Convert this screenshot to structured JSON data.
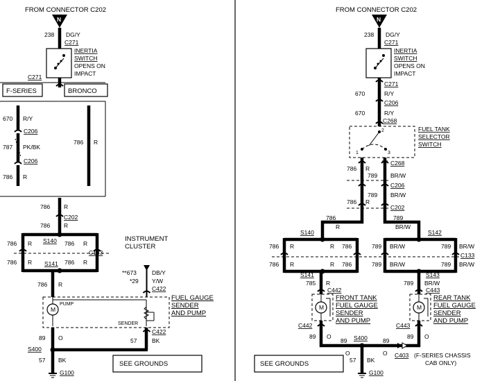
{
  "left": {
    "header": "FROM CONNECTOR C202",
    "n_label": "N",
    "top_circuit": "238",
    "top_color": "DG/Y",
    "c271_top": "C271",
    "inertia_lines": [
      "INERTIA",
      "SWITCH",
      "OPENS ON",
      "IMPACT"
    ],
    "c271_split": "C271",
    "fseries_label": "F-SERIES",
    "bronco_label": "BRONCO",
    "fs_branch": {
      "c670": "670",
      "ry": "R/Y",
      "c206a": "C206",
      "c787": "787",
      "pkbk": "PK/BK",
      "c206b": "C206",
      "c786": "786",
      "r": "R"
    },
    "bronco_branch": {
      "c786": "786",
      "r": "R"
    },
    "join": {
      "c786a": "786",
      "ra": "R",
      "c786b": "786",
      "rb": "R",
      "c202": "C202"
    },
    "splice_box": {
      "s140": "S140",
      "s141": "S141",
      "c133": "C133",
      "tl786": "786",
      "tlr": "R",
      "tr786": "786",
      "trr": "R",
      "bl786": "786",
      "blr": "R",
      "br786": "786",
      "brr": "R"
    },
    "below": {
      "c786": "786",
      "r": "R"
    },
    "instrument_cluster": [
      "INSTRUMENT",
      "CLUSTER"
    ],
    "ic_wires": {
      "c673": "**673",
      "dby": "DB/Y",
      "c29": "*29",
      "yw": "Y/W",
      "c422": "C422"
    },
    "sender_pump_title": [
      "FUEL GAUGE",
      "SENDER",
      "AND PUMP"
    ],
    "pump_label": "PUMP",
    "sender_label": "SENDER",
    "motor_letter": "M",
    "c422_bottom": "C422",
    "bottom": {
      "c89": "89",
      "o": "O",
      "c57r": "57",
      "bk": "BK",
      "s400": "S400",
      "c57": "57",
      "bk2": "BK",
      "g100": "G100"
    },
    "see_grounds": "SEE GROUNDS"
  },
  "right": {
    "header": "FROM CONNECTOR C202",
    "n_label": "N",
    "top_circuit": "238",
    "top_color": "DG/Y",
    "c271_top": "C271",
    "inertia_lines": [
      "INERTIA",
      "SWITCH",
      "OPENS ON",
      "IMPACT"
    ],
    "c271_mid": "C271",
    "c670a": "670",
    "rya": "R/Y",
    "c206": "C206",
    "c670b": "670",
    "ryb": "R/Y",
    "c268": "C268",
    "selector_lines": [
      "FUEL TANK",
      "SELECTOR",
      "SWITCH"
    ],
    "sel_pin1": "1",
    "sel_pin2": "2",
    "sel_pin3": "3",
    "mid": {
      "c786a": "786",
      "ra": "R",
      "c268": "C268",
      "c789a": "789",
      "brwa": "BR/W",
      "c206": "C206",
      "c789b": "789",
      "brwb": "BR/W",
      "c786b": "786",
      "rb": "R",
      "c202": "C202",
      "c786c": "786",
      "rc": "R",
      "c789c": "789",
      "brwc": "BR/W"
    },
    "splice": {
      "s140": "S140",
      "s142": "S142",
      "c133": "C133",
      "l786a": "786",
      "lra": "R",
      "l786b": "786",
      "lrb": "R",
      "m786a": "786",
      "mra": "R",
      "m786b": "786",
      "mrb": "R",
      "m789a": "789",
      "mbra": "BR/W",
      "m789b": "789",
      "mbrb": "BR/W",
      "r789a": "789",
      "rbra": "BR/W",
      "r789b": "789",
      "rbrb": "BR/W",
      "s141": "S141",
      "s143": "S143"
    },
    "front": {
      "c785": "785",
      "r": "R",
      "c442": "C442",
      "title": [
        "FRONT TANK",
        "FUEL GAUGE",
        "SENDER",
        "AND PUMP"
      ],
      "c442b": "C442",
      "c89": "89",
      "o": "O"
    },
    "rear": {
      "c789": "789",
      "brw": "BR/W",
      "c443": "C443",
      "title": [
        "REAR TANK",
        "FUEL GAUGE",
        "SENDER",
        "AND PUMP"
      ],
      "c443b": "C443",
      "c89": "89",
      "o": "O"
    },
    "motor_letter": "M",
    "bottom": {
      "c89": "89",
      "o": "O",
      "s400": "S400",
      "c89b": "89",
      "ob": "O",
      "c403": "C403",
      "fseries_note": [
        "(F-SERIES CHASSIS",
        "CAB ONLY)"
      ],
      "c57": "57",
      "bk": "BK",
      "g100": "G100"
    },
    "see_grounds": "SEE GROUNDS"
  }
}
